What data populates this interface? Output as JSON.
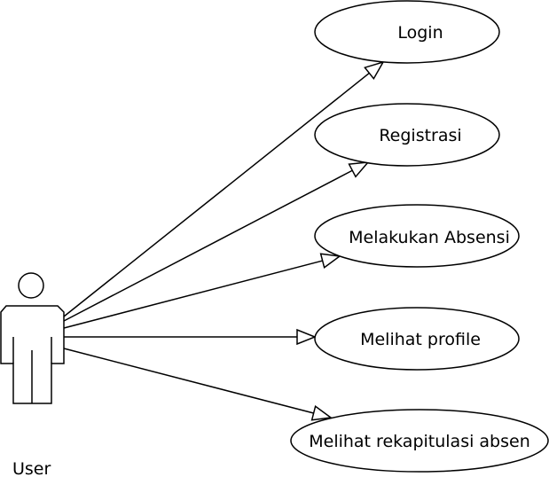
{
  "diagram": {
    "type": "use-case",
    "actor": {
      "name": "User"
    },
    "use_cases": [
      {
        "id": "login",
        "label": "Login"
      },
      {
        "id": "registrasi",
        "label": "Registrasi"
      },
      {
        "id": "melakukan-absensi",
        "label": "Melakukan Absensi"
      },
      {
        "id": "melihat-profile",
        "label": "Melihat profile"
      },
      {
        "id": "melihat-rekapitulasi-absen",
        "label": "Melihat rekapitulasi absen"
      }
    ],
    "associations": [
      {
        "from": "User",
        "to": "login",
        "arrow": "open-triangle"
      },
      {
        "from": "User",
        "to": "registrasi",
        "arrow": "open-triangle"
      },
      {
        "from": "User",
        "to": "melakukan-absensi",
        "arrow": "open-triangle"
      },
      {
        "from": "User",
        "to": "melihat-profile",
        "arrow": "open-triangle"
      },
      {
        "from": "User",
        "to": "melihat-rekapitulasi-absen",
        "arrow": "open-triangle"
      }
    ],
    "colors": {
      "stroke": "#000000",
      "fill": "#ffffff"
    }
  }
}
